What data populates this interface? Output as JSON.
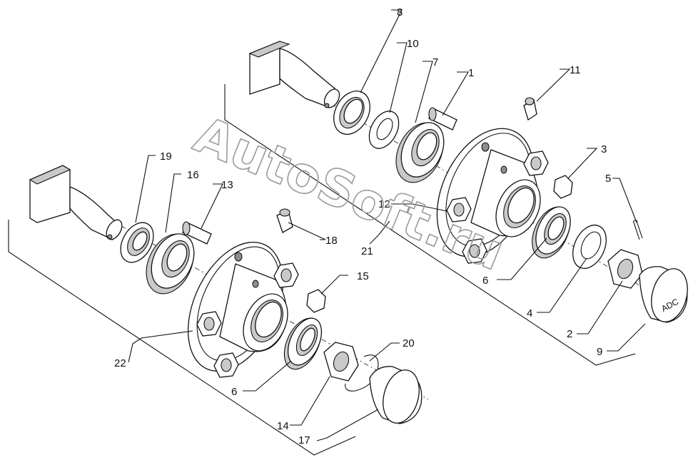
{
  "diagram": {
    "watermark": "AutoSoft.ru",
    "cap_marking": "ADC",
    "callouts": [
      "8",
      "10",
      "7",
      "1",
      "11",
      "3",
      "5",
      "12",
      "21",
      "18",
      "13",
      "19",
      "16",
      "15",
      "6",
      "6",
      "4",
      "2",
      "9",
      "22",
      "20",
      "14",
      "17"
    ]
  }
}
